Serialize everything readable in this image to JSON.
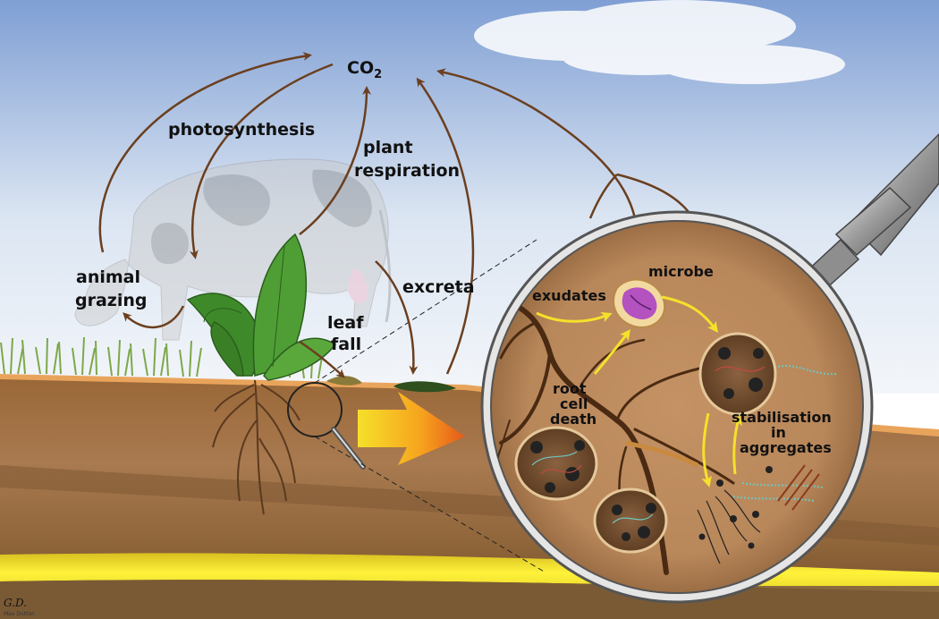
{
  "labels": {
    "co2_main": "CO",
    "co2_sub": "2",
    "photosynthesis": "photosynthesis",
    "plant_respiration_1": "plant",
    "plant_respiration_2": "respiration",
    "animal_grazing_1": "animal",
    "animal_grazing_2": "grazing",
    "excreta": "excreta",
    "leaf_fall_1": "leaf",
    "leaf_fall_2": "fall",
    "exudates": "exudates",
    "microbe": "microbe",
    "root_cell_death_1": "root",
    "root_cell_death_2": "cell",
    "root_cell_death_3": "death",
    "stabilisation_1": "stabilisation",
    "stabilisation_2": "in",
    "stabilisation_3": "aggregates"
  },
  "credit": {
    "signature": "G.D.",
    "name": "Max Dutton"
  },
  "colors": {
    "arrow_brown": "#6b3f1f",
    "arrow_yellow": "#f5e12a",
    "soil_top": "#b07a45",
    "sky_top": "#7f9fd4",
    "lens_interior": "#b8875a"
  }
}
